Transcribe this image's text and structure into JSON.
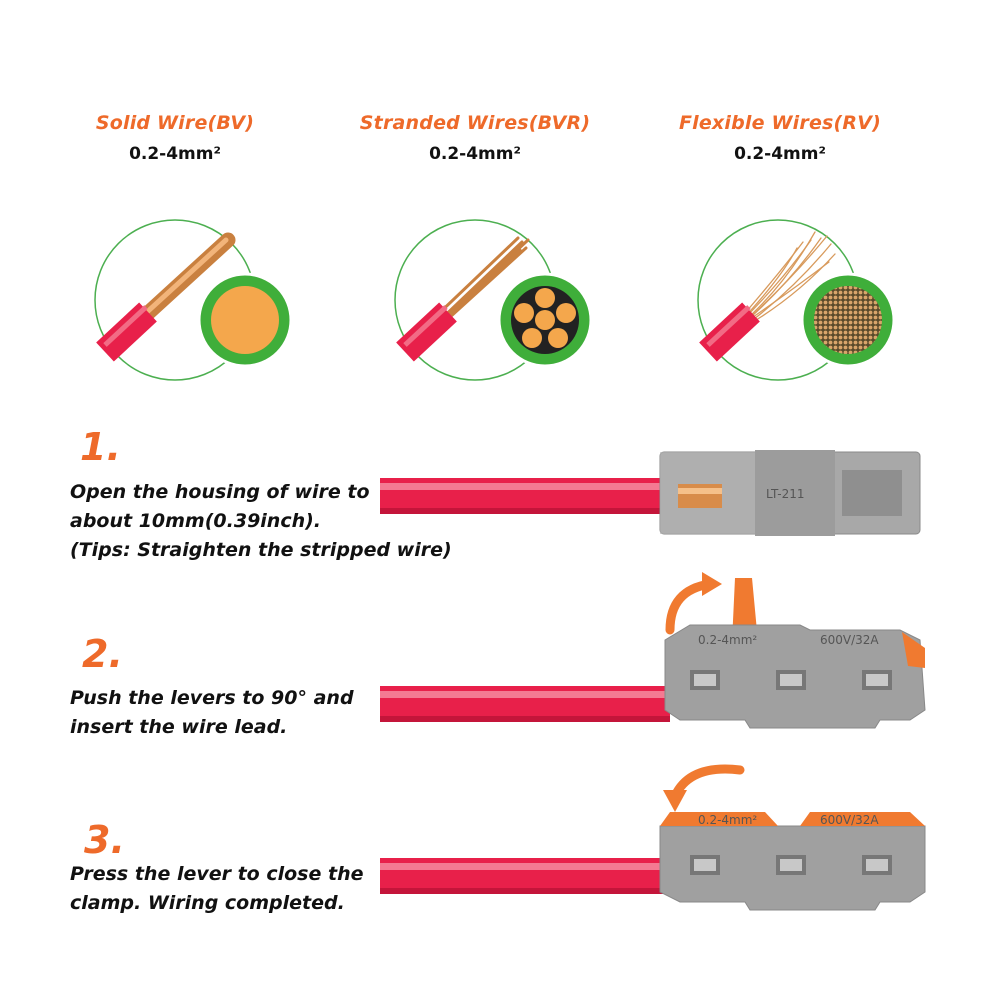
{
  "wire_types": [
    {
      "title": "Solid Wire(BV)",
      "range": "0.2-4mm²",
      "icon": "solid-wire-icon"
    },
    {
      "title": "Stranded Wires(BVR)",
      "range": "0.2-4mm²",
      "icon": "stranded-wire-icon"
    },
    {
      "title": "Flexible Wires(RV)",
      "range": "0.2-4mm²",
      "icon": "flexible-wire-icon"
    }
  ],
  "steps": [
    {
      "number": "1.",
      "lines": [
        "Open the housing of wire to",
        "about 10mm(0.39inch).",
        "(Tips: Straighten the stripped wire)"
      ]
    },
    {
      "number": "2.",
      "lines": [
        "Push the levers to 90° and",
        "insert the wire lead."
      ]
    },
    {
      "number": "3.",
      "lines": [
        "Press the lever to close the",
        "clamp. Wiring completed."
      ]
    }
  ],
  "connector_labels": {
    "model": "LT-211",
    "range_mark": "0.2-4mm²",
    "rating": "600V/32A"
  },
  "colors": {
    "accent_orange": "#ee6a2a",
    "wire_red": "#e8204a",
    "copper": "#e09a55",
    "insulation_green": "#3fae3a",
    "connector_gray": "#a8a8a8",
    "lever_orange": "#f07a30"
  }
}
